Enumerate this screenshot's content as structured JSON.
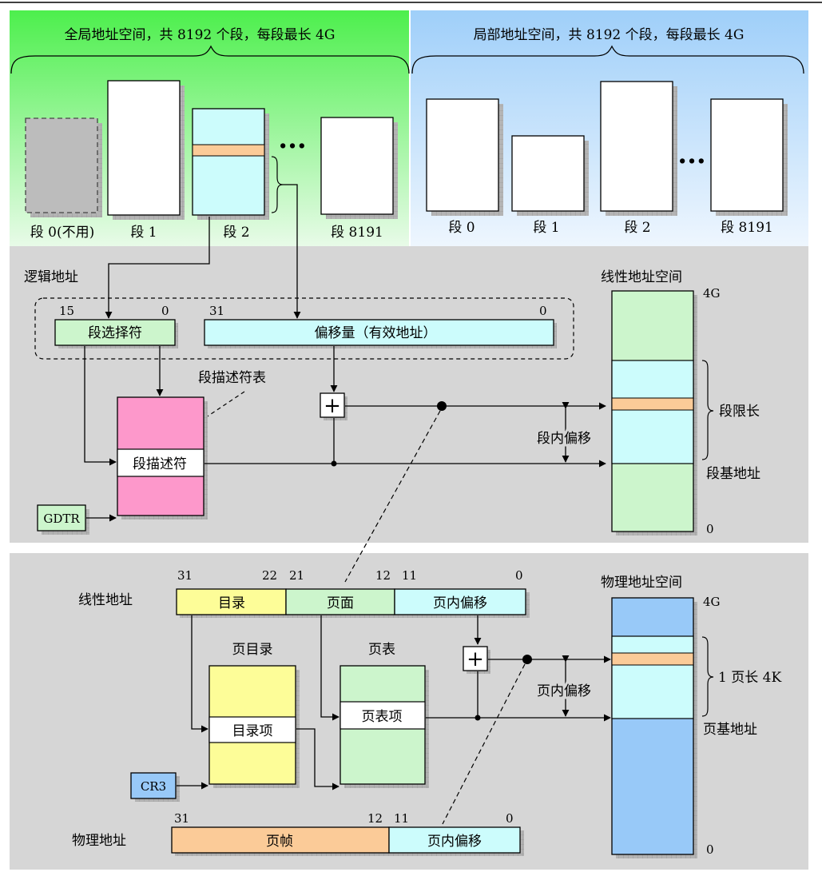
{
  "segmentation": {
    "global_space_title": "全局地址空间，共 8192 个段，每段最长 4G",
    "local_space_title": "局部地址空间，共 8192 个段，每段最长 4G",
    "global_segments": [
      "段 0(不用)",
      "段 1",
      "段 2",
      "段 8191"
    ],
    "local_segments": [
      "段 0",
      "段 1",
      "段 2",
      "段 8191"
    ],
    "ellipsis": "..."
  },
  "logical": {
    "label": "逻辑地址",
    "selector": {
      "label": "段选择符",
      "hi_bit": "15",
      "lo_bit": "0"
    },
    "offset": {
      "label": "偏移量（有效地址）",
      "hi_bit": "31",
      "lo_bit": "0"
    },
    "descriptor_table_label": "段描述符表",
    "descriptor_label": "段描述符",
    "gdtr": "GDTR",
    "offset_in_segment": "段内偏移",
    "plus": "+"
  },
  "linear_space": {
    "title": "线性地址空间",
    "top": "4G",
    "bottom": "0",
    "segment_limit": "段限长",
    "segment_base": "段基地址"
  },
  "paging": {
    "linear_label": "线性地址",
    "bits": {
      "b31": "31",
      "b22": "22",
      "b21": "21",
      "b12": "12",
      "b11": "11",
      "b0": "0"
    },
    "fields": {
      "dir": "目录",
      "page": "页面",
      "offset": "页内偏移"
    },
    "page_dir_title": "页目录",
    "page_dir_entry": "目录项",
    "page_table_title": "页表",
    "page_table_entry": "页表项",
    "cr3": "CR3",
    "page_offset": "页内偏移",
    "physical_label": "物理地址",
    "phys_bits": {
      "b31": "31",
      "b12": "12",
      "b11": "11",
      "b0": "0"
    },
    "phys_fields": {
      "frame": "页帧",
      "offset": "页内偏移"
    },
    "plus": "+"
  },
  "physical_space": {
    "title": "物理地址空间",
    "top": "4G",
    "bottom": "0",
    "page_len": "1 页长 4K",
    "page_base": "页基地址"
  },
  "colors": {
    "green_panel": "#5ff05f",
    "blue_panel": "#a9d4fb",
    "gray_panel": "#d6d6d6",
    "light_green": "#ccf5cc",
    "light_cyan": "#ccfcfc",
    "orange": "#fbcb98",
    "pink": "#fd98cb",
    "light_yellow": "#fdfd98",
    "light_blue": "#98c9f8",
    "dark_gray": "#b8b8b8"
  }
}
